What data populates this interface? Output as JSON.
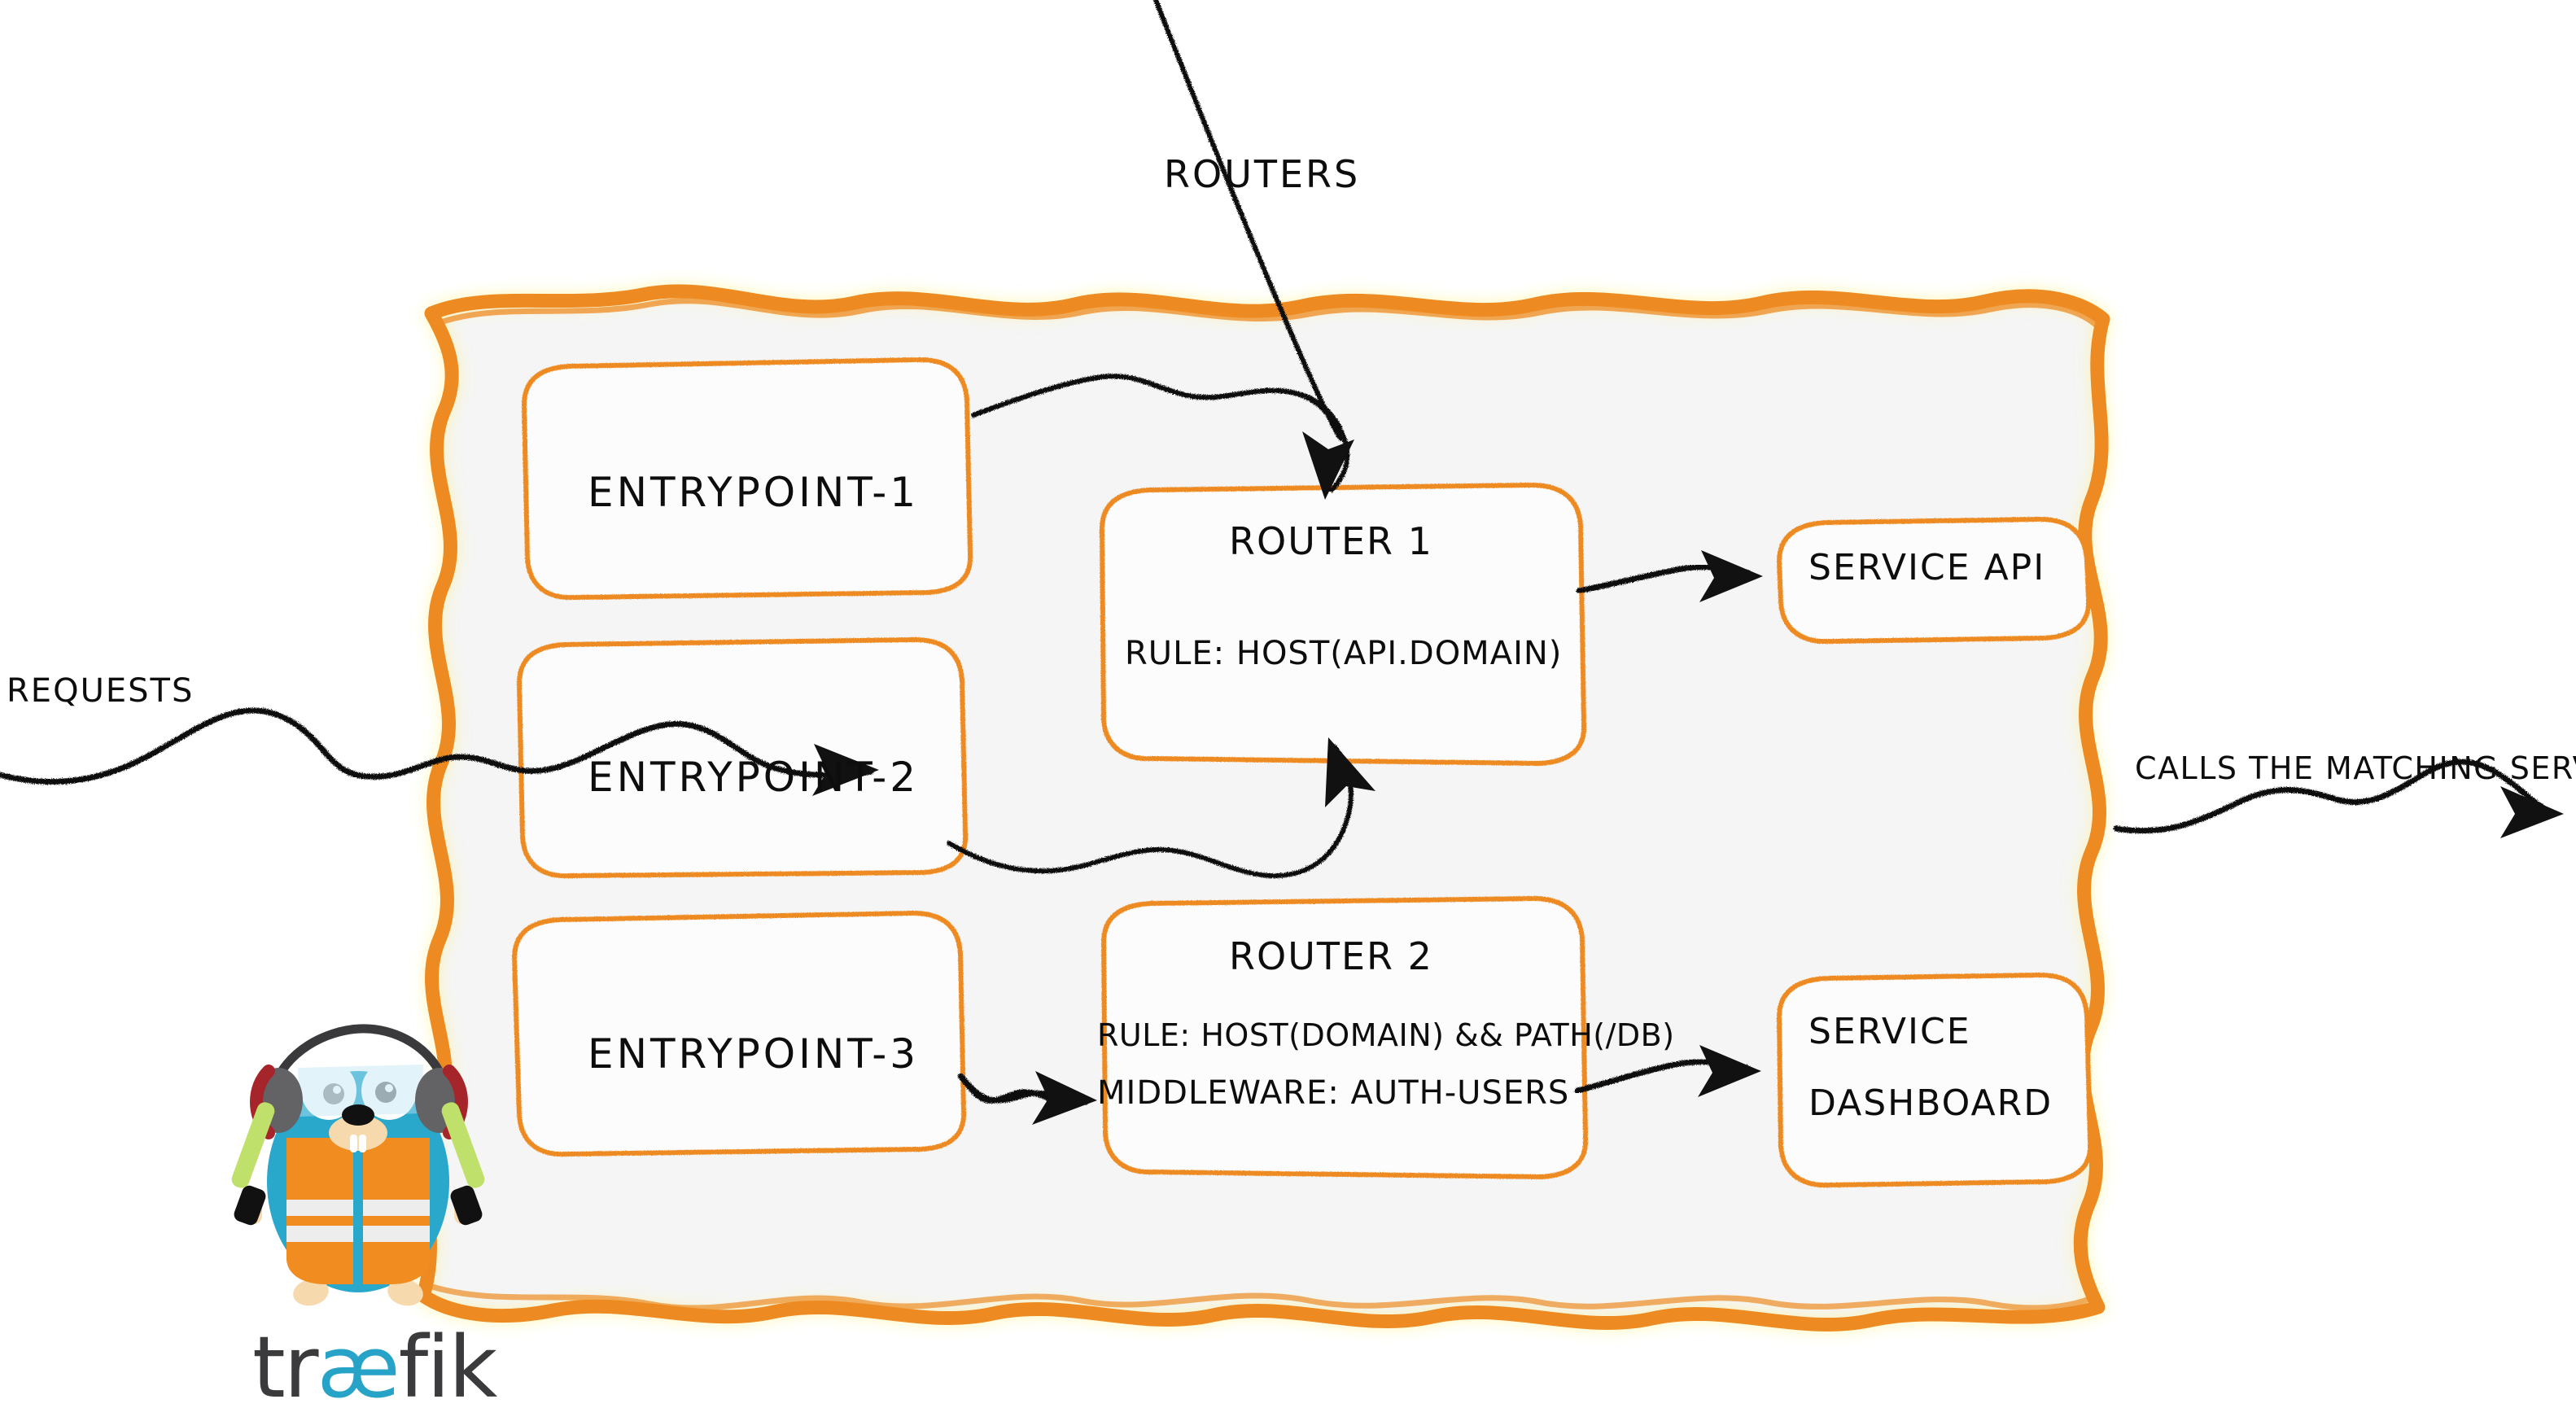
{
  "diagram": {
    "title": "Routers",
    "kind": "traefik-routers-architecture"
  },
  "colors": {
    "border_orange": "#ED8B23",
    "panel_fill": "#F5F5F5",
    "ink_black": "#0D0D0D",
    "traefik_cyan": "#27A3C7",
    "traefik_dark": "#3B3B3D",
    "vest_orange": "#F08C20",
    "wand_green": "#BFE06A"
  },
  "entrypoints": [
    {
      "label": "entrypoint-1"
    },
    {
      "label": "entrypoint-2"
    },
    {
      "label": "entrypoint-3"
    }
  ],
  "routers": [
    {
      "title": "Router 1",
      "rule": "rule: Host(api.domain)",
      "middleware": ""
    },
    {
      "title": "Router 2",
      "rule": "rule: Host(domain) && Path(/db)",
      "middleware": "Middleware: auth-users"
    }
  ],
  "services": [
    {
      "label": "Service API",
      "line1": "Service API",
      "line2": ""
    },
    {
      "label": "Service Dashboard",
      "line1": "Service",
      "line2": "Dashboard"
    }
  ],
  "annotations": {
    "inbound": "Requests",
    "outbound": "Calls the matching server"
  },
  "logo": {
    "wordmark_part1": "tr",
    "wordmark_ae": "æ",
    "wordmark_part2": "fik",
    "mascot": "traefik-gopher-mascot"
  }
}
